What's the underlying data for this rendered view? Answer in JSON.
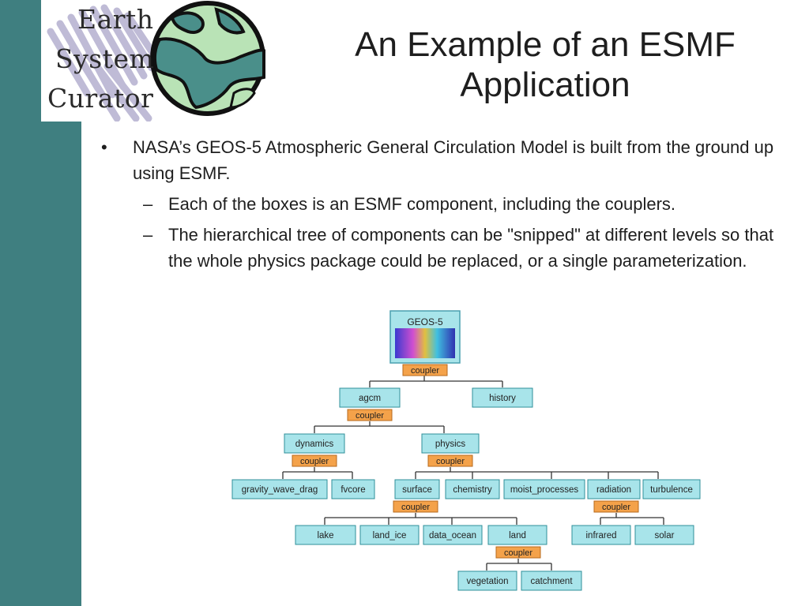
{
  "logo": {
    "line1": "Earth",
    "line2": "System",
    "line3": "Curator"
  },
  "title": {
    "line1": "An Example of an ESMF",
    "line2": "Application"
  },
  "bullets": {
    "main_marker": "•",
    "main": "NASA’s GEOS-5 Atmospheric General Circulation Model is built from the ground up using ESMF.",
    "sub_marker": "–",
    "sub": [
      "Each of the boxes is an ESMF component, including the couplers.",
      "The hierarchical tree of components can be \"snipped\" at different levels so that the whole physics package could be replaced, or a single parameterization."
    ]
  },
  "diagram": {
    "colors": {
      "component_fill": "#a8e4ea",
      "component_stroke": "#2f8f99",
      "coupler_fill": "#f4a24a",
      "coupler_stroke": "#b76a1c",
      "root_stroke": "#4aa0b0",
      "line": "#333333"
    },
    "root": "GEOS-5",
    "coupler_label": "coupler",
    "agcm": "agcm",
    "history": "history",
    "dynamics": "dynamics",
    "physics": "physics",
    "gravity_wave_drag": "gravity_wave_drag",
    "fvcore": "fvcore",
    "surface": "surface",
    "chemistry": "chemistry",
    "moist_processes": "moist_processes",
    "radiation": "radiation",
    "turbulence": "turbulence",
    "lake": "lake",
    "land_ice": "land_ice",
    "data_ocean": "data_ocean",
    "land": "land",
    "infrared": "infrared",
    "solar": "solar",
    "vegetation": "vegetation",
    "catchment": "catchment"
  }
}
